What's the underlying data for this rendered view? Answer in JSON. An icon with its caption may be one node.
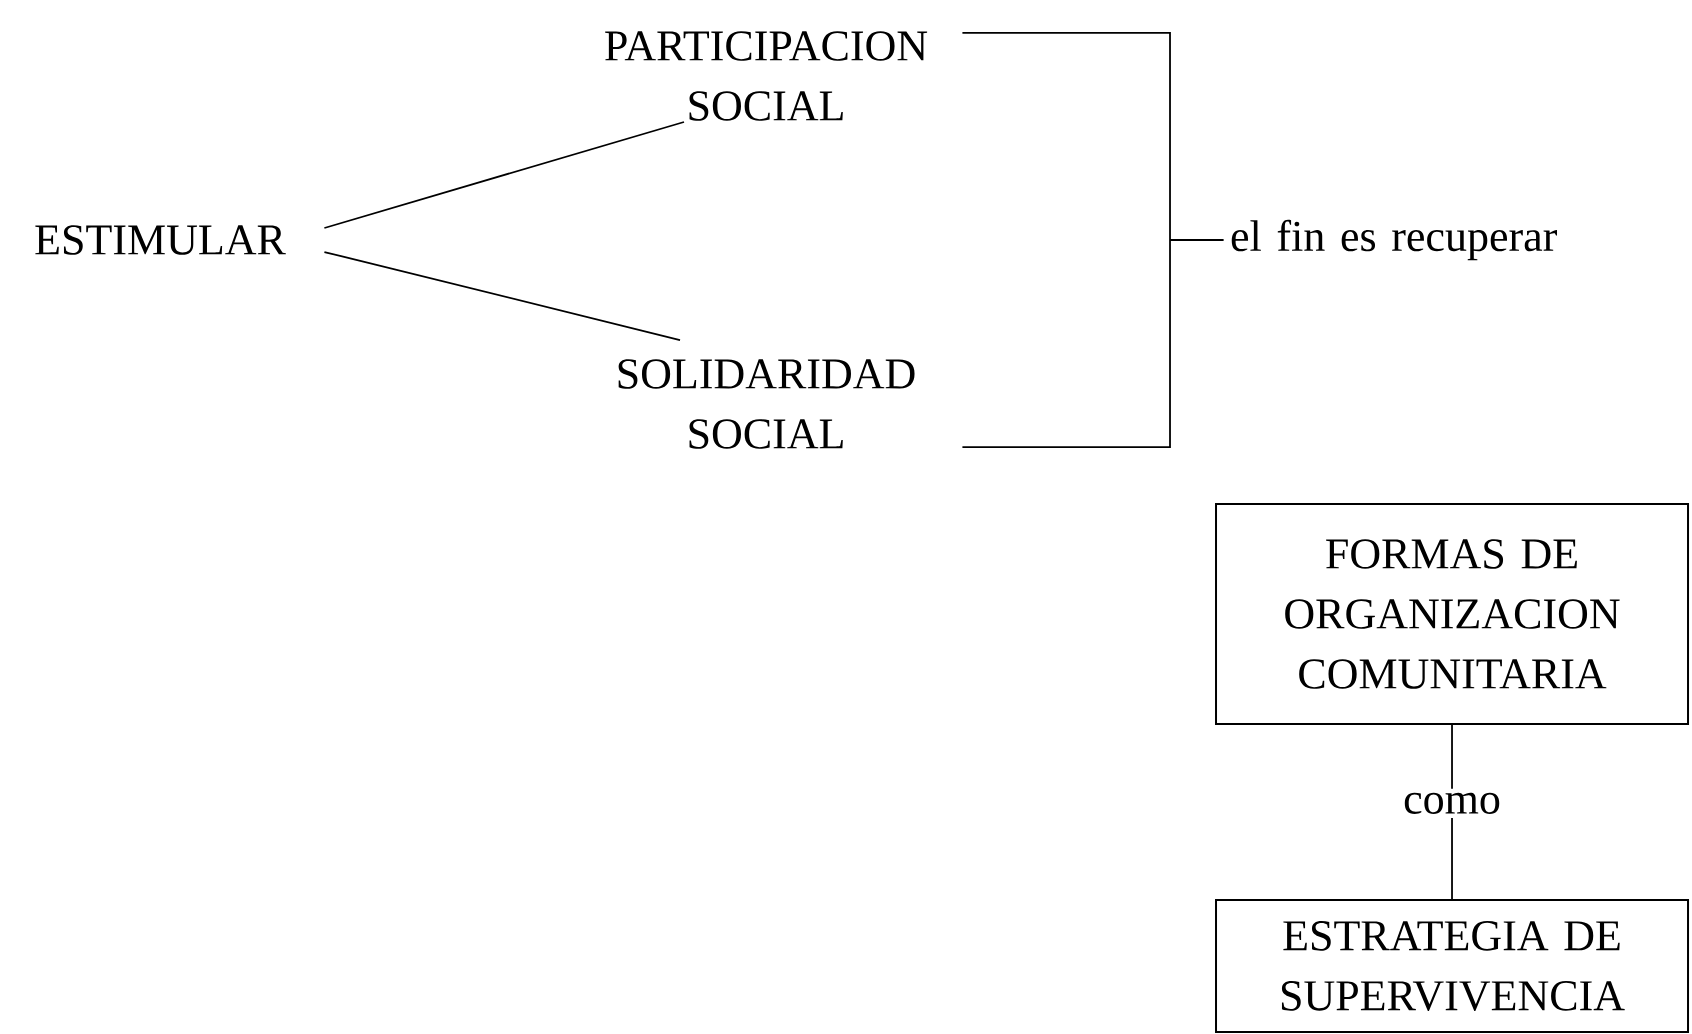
{
  "diagram": {
    "nodes": [
      {
        "text": [
          "ESTIMULAR"
        ]
      },
      {
        "text": [
          "PARTICIPACION SOCIAL"
        ]
      },
      {
        "text": [
          "SOLIDARIDAD SOCIAL"
        ]
      },
      {
        "text": [
          "el fin es recuperar"
        ]
      },
      {
        "text": [
          "FORMAS DE ORGANIZACION COMUNITARIA"
        ]
      },
      {
        "text": [
          "ESTRATEGIA DE SUPERVIVENCIA"
        ]
      }
    ],
    "edges": [
      {
        "from": 0,
        "to": 1,
        "arrow": "none"
      },
      {
        "from": 0,
        "to": 2,
        "arrow": "none"
      },
      {
        "from": 1,
        "to": 3,
        "arrow": "none"
      },
      {
        "from": 2,
        "to": 3,
        "arrow": "none"
      },
      {
        "from": 4,
        "to": 5,
        "arrow": "none",
        "label": "como"
      }
    ]
  }
}
